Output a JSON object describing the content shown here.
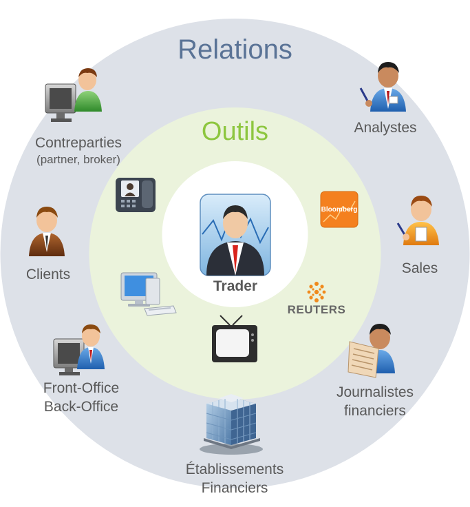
{
  "outer_ring": {
    "title": "Relations",
    "color": "#5a7396"
  },
  "middle_ring": {
    "title": "Outils",
    "color": "#8dc63f"
  },
  "center": {
    "label": "Trader"
  },
  "relations": {
    "contreparties": {
      "line1": "Contreparties",
      "line2": "(partner, broker)"
    },
    "analystes": {
      "line1": "Analystes"
    },
    "clients": {
      "line1": "Clients"
    },
    "sales": {
      "line1": "Sales"
    },
    "front_back": {
      "line1": "Front-Office",
      "line2": "Back-Office"
    },
    "journalistes": {
      "line1": "Journalistes",
      "line2": "financiers"
    },
    "etablissements": {
      "line1": "Établissements",
      "line2": "Financiers"
    }
  },
  "tools": {
    "bloomberg": "Bloomberg",
    "reuters": "REUTERS"
  },
  "icons": {
    "phone": "video-phone-icon",
    "computer": "desktop-computer-icon",
    "tv": "television-icon",
    "bloomberg": "bloomberg-logo-icon",
    "reuters": "reuters-logo-icon",
    "trader": "trader-avatar-icon",
    "building": "office-building-icon"
  }
}
